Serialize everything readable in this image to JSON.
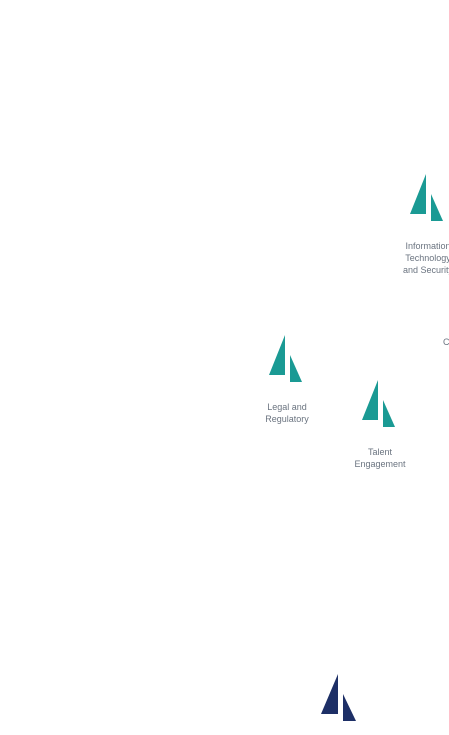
{
  "colors": {
    "teal": "#1a9a94",
    "navy": "#1d2f66",
    "label": "#6b7480",
    "background": "#ffffff"
  },
  "nodes": [
    {
      "id": "it",
      "icon": "sailboat-icon",
      "label_lines": [
        "Information",
        "Technology",
        "and Security"
      ]
    },
    {
      "id": "legal",
      "icon": "sailboat-icon",
      "label_lines": [
        "Legal and",
        "Regulatory"
      ]
    },
    {
      "id": "talent",
      "icon": "sailboat-icon",
      "label_lines": [
        "Talent",
        "Engagement"
      ]
    },
    {
      "id": "bottom",
      "icon": "sailboat-icon",
      "label_lines": []
    }
  ],
  "partial_label": "C"
}
